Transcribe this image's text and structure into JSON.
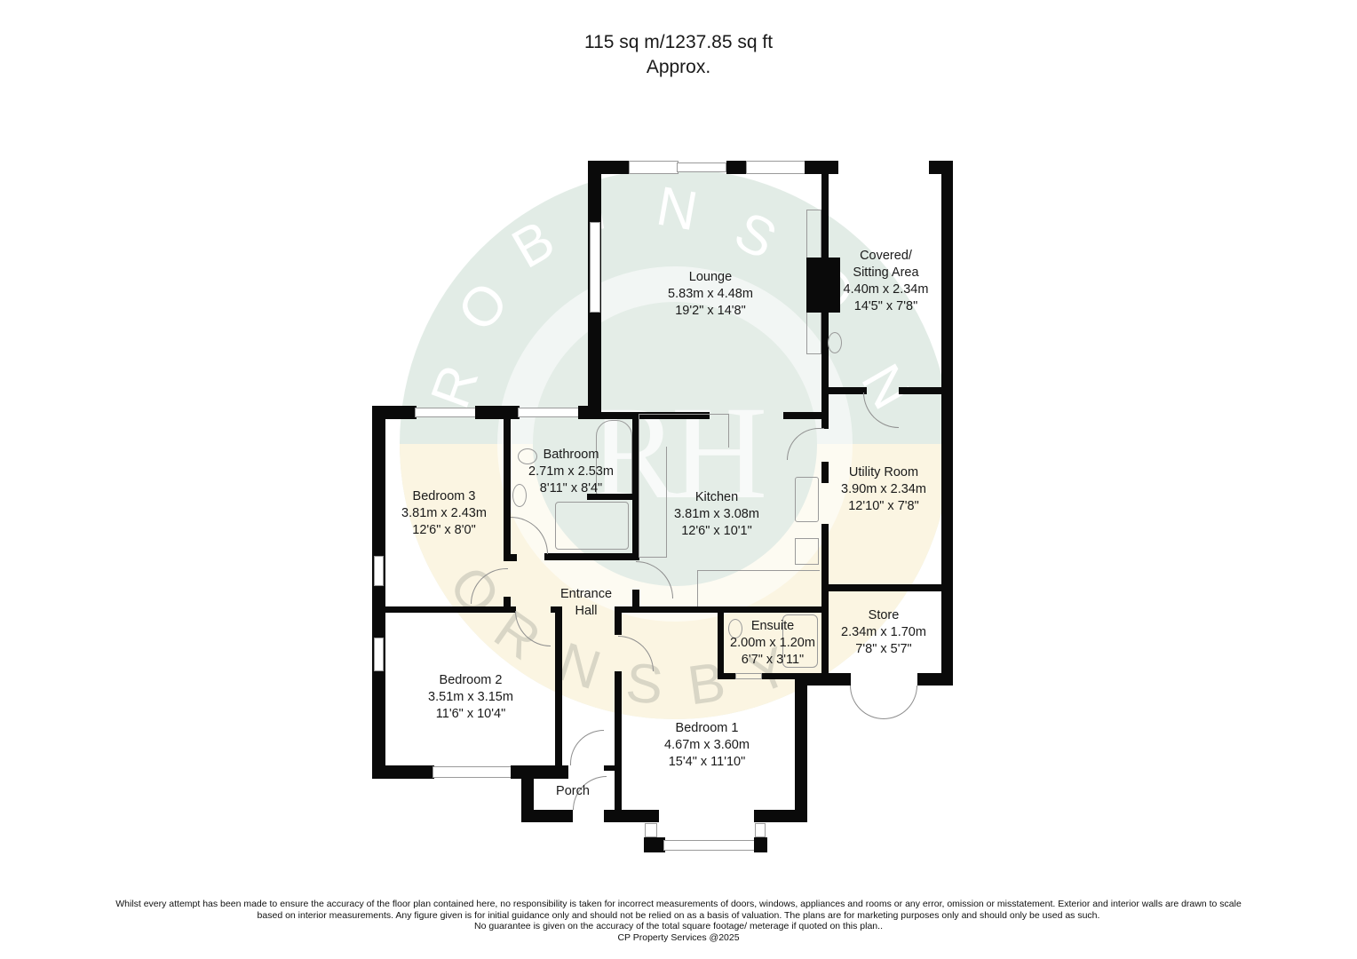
{
  "header": {
    "area": "115 sq m/1237.85 sq ft",
    "approx": "Approx."
  },
  "watermark": {
    "brand_arc_top": "ROBINSON",
    "brand_arc_bottom": "HORNSBY",
    "logo_initials": "RH",
    "colors": {
      "outer_ring": "#e2ece6",
      "lower_band": "#fbf5e2"
    }
  },
  "rooms": [
    {
      "id": "lounge",
      "name": "Lounge",
      "metric": "5.83m x 4.48m",
      "imperial": "19'2\" x 14'8\""
    },
    {
      "id": "covered-sitting-area",
      "name": "Covered/",
      "name2": "Sitting Area",
      "metric": "4.40m x 2.34m",
      "imperial": "14'5\" x 7'8\""
    },
    {
      "id": "bathroom",
      "name": "Bathroom",
      "metric": "2.71m x 2.53m",
      "imperial": "8'11\" x 8'4\""
    },
    {
      "id": "bedroom-3",
      "name": "Bedroom 3",
      "metric": "3.81m x 2.43m",
      "imperial": "12'6\" x 8'0\""
    },
    {
      "id": "kitchen",
      "name": "Kitchen",
      "metric": "3.81m x 3.08m",
      "imperial": "12'6\" x 10'1\""
    },
    {
      "id": "utility-room",
      "name": "Utility Room",
      "metric": "3.90m x 2.34m",
      "imperial": "12'10\" x 7'8\""
    },
    {
      "id": "entrance-hall",
      "name": "Entrance",
      "name2": "Hall"
    },
    {
      "id": "ensuite",
      "name": "Ensuite",
      "metric": "2.00m x 1.20m",
      "imperial": "6'7\" x 3'11\""
    },
    {
      "id": "store",
      "name": "Store",
      "metric": "2.34m x 1.70m",
      "imperial": "7'8\" x 5'7\""
    },
    {
      "id": "bedroom-2",
      "name": "Bedroom 2",
      "metric": "3.51m x 3.15m",
      "imperial": "11'6\" x 10'4\""
    },
    {
      "id": "bedroom-1",
      "name": "Bedroom 1",
      "metric": "4.67m x 3.60m",
      "imperial": "15'4\" x 11'10\""
    },
    {
      "id": "porch",
      "name": "Porch"
    }
  ],
  "disclaimer": {
    "line1": "Whilst every attempt has been made to ensure the accuracy of the floor plan contained here, no responsibility is taken for incorrect measurements of doors, windows, appliances and rooms or any error, omission or misstatement. Exterior and interior walls are drawn to scale",
    "line2": "based on interior measurements. Any figure given is for initial guidance only and should not be relied on as a basis of valuation. The plans are for marketing purposes only and should only be used as such.",
    "line3": "No guarantee is given on the accuracy of the total square footage/ meterage if quoted on this plan..",
    "line4": "CP Property Services @2025"
  }
}
